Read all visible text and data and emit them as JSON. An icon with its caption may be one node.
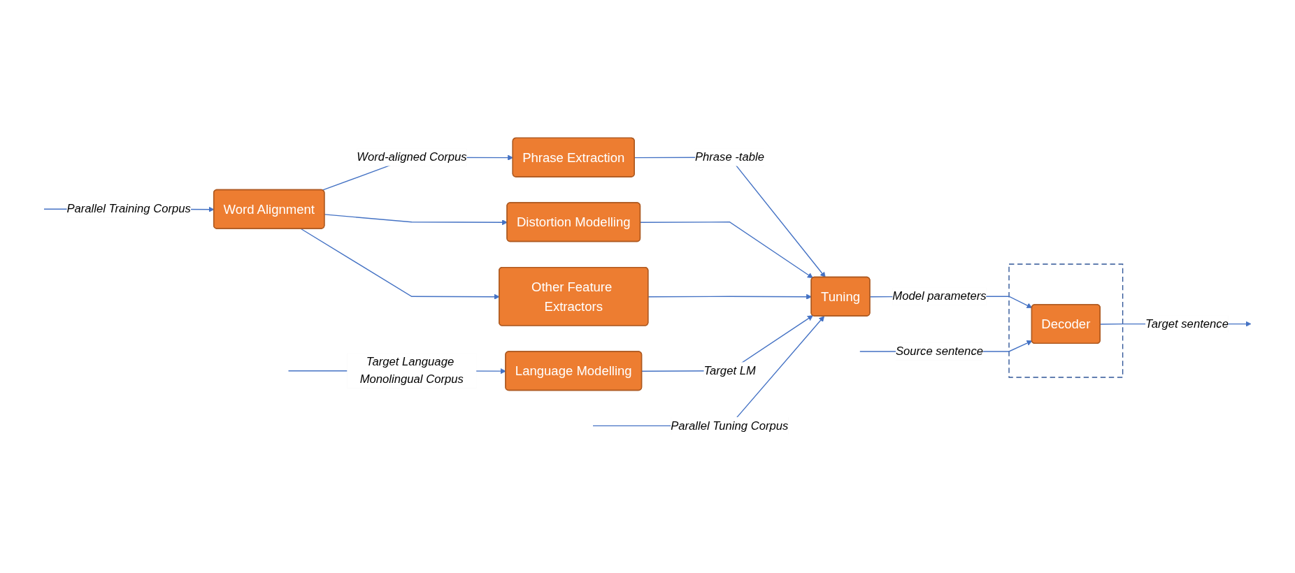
{
  "diagram": {
    "nodes": [
      {
        "text": [
          "Word Alignment"
        ]
      },
      {
        "text": [
          "Phrase Extraction"
        ]
      },
      {
        "text": [
          "Distortion Modelling"
        ]
      },
      {
        "text": [
          "Other Feature Extractors"
        ]
      },
      {
        "text": [
          "Tuning"
        ]
      },
      {
        "text": [
          "Language Modelling"
        ]
      },
      {
        "text": [],
        "shape": "box"
      },
      {
        "text": [
          "Decoder"
        ],
        "in": 6
      }
    ],
    "edges": [
      {
        "from": null,
        "to": 0,
        "arrow": "to",
        "label": "Parallel Training Corpus"
      },
      {
        "from": 0,
        "to": 1,
        "arrow": "to",
        "label": "Word-aligned Corpus"
      },
      {
        "from": 0,
        "to": 2,
        "arrow": "to"
      },
      {
        "from": 0,
        "to": 3,
        "arrow": "to"
      },
      {
        "from": 1,
        "to": 4,
        "arrow": "to",
        "label": "Phrase -table"
      },
      {
        "from": 2,
        "to": 4,
        "arrow": "to"
      },
      {
        "from": 3,
        "to": 4,
        "arrow": "to"
      },
      {
        "from": null,
        "to": 5,
        "arrow": "to",
        "label": "Target Language Monolingual Corpus"
      },
      {
        "from": 5,
        "to": 4,
        "arrow": "to",
        "label": "Target LM"
      },
      {
        "from": null,
        "to": 4,
        "arrow": "to",
        "label": "Parallel Tuning Corpus"
      },
      {
        "from": 4,
        "to": 7,
        "arrow": "to",
        "label": "Model parameters"
      },
      {
        "from": null,
        "to": 7,
        "arrow": "to",
        "label": "Source sentence"
      },
      {
        "from": 7,
        "to": null,
        "arrow": "to",
        "label": "Target sentence"
      }
    ]
  }
}
